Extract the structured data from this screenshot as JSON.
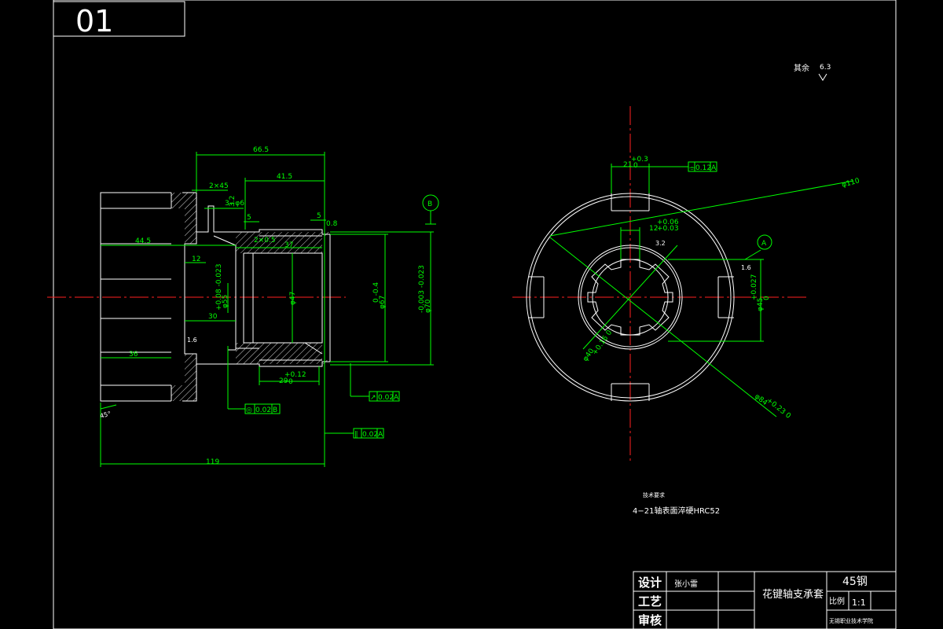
{
  "sheet": {
    "number": "01"
  },
  "roughness_note": {
    "text": "其余",
    "value": "6.3"
  },
  "section_view": {
    "dims": {
      "overall_length": "119",
      "length_66_5": "66.5",
      "length_41_5": "41.5",
      "chamfer": "2×45",
      "holes": "3−φ6",
      "dim_5a": "5",
      "dim_5b": "5",
      "dim_2x0_5": "2×0.5",
      "dim_37": "37",
      "dim_44_5": "44.5",
      "dim_12": "12",
      "dim_30": "30",
      "dim_36": "36",
      "dim_29": "29",
      "dim_29_tol_upper": "+0.12",
      "dim_29_tol_lower": "0",
      "dia_55": "φ55",
      "dia_55_tol": "+0.08 -0.023",
      "dia_47": "φ47",
      "dia_67": "φ67",
      "dia_67_tol": "0 -0.4",
      "dia_70": "φ70",
      "dia_70_tol": "-0.003 -0.023",
      "rough_3_2": "3.2",
      "rough_0_8": "0.8",
      "rough_1_6": "1.6",
      "chamfer_45": "45°"
    },
    "tolerance_frames": [
      {
        "symbol": "↗",
        "value": "0.02",
        "datum": "A"
      },
      {
        "symbol": "◎",
        "value": "0.02",
        "datum": "B"
      },
      {
        "symbol": "∥",
        "value": "0.02",
        "datum": "A"
      }
    ],
    "datum_b": "B"
  },
  "end_view": {
    "dims": {
      "dia_110": "φ110",
      "width_21": "21",
      "width_21_tol_upper": "+0.3",
      "width_21_tol_lower": "0",
      "width_12": "12",
      "width_12_tol_upper": "+0.06",
      "width_12_tol_lower": "+0.03",
      "rough_3_2": "3.2",
      "rough_1_6": "1.6",
      "dia_45": "φ45",
      "dia_45_tol_upper": "+0.027",
      "dia_45_tol_lower": "0",
      "dia_40": "φ40",
      "dia_40_tol": "+0.16 0",
      "dia_84": "φ84",
      "dia_84_tol": "+0.23 0"
    },
    "tolerance_frame": {
      "symbol": "⌯",
      "value": "0.12",
      "datum": "A"
    },
    "datum_a": "A"
  },
  "tech_requirements": {
    "title": "技术要求",
    "line1": "4−21轴表面淬硬HRC52"
  },
  "title_block": {
    "design_label": "设计",
    "designer": "张小雷",
    "process_label": "工艺",
    "review_label": "审核",
    "part_name": "花键轴支承套",
    "material": "45钢",
    "scale_label": "比例",
    "scale_value": "1:1",
    "org": "无锡职业技术学院"
  }
}
